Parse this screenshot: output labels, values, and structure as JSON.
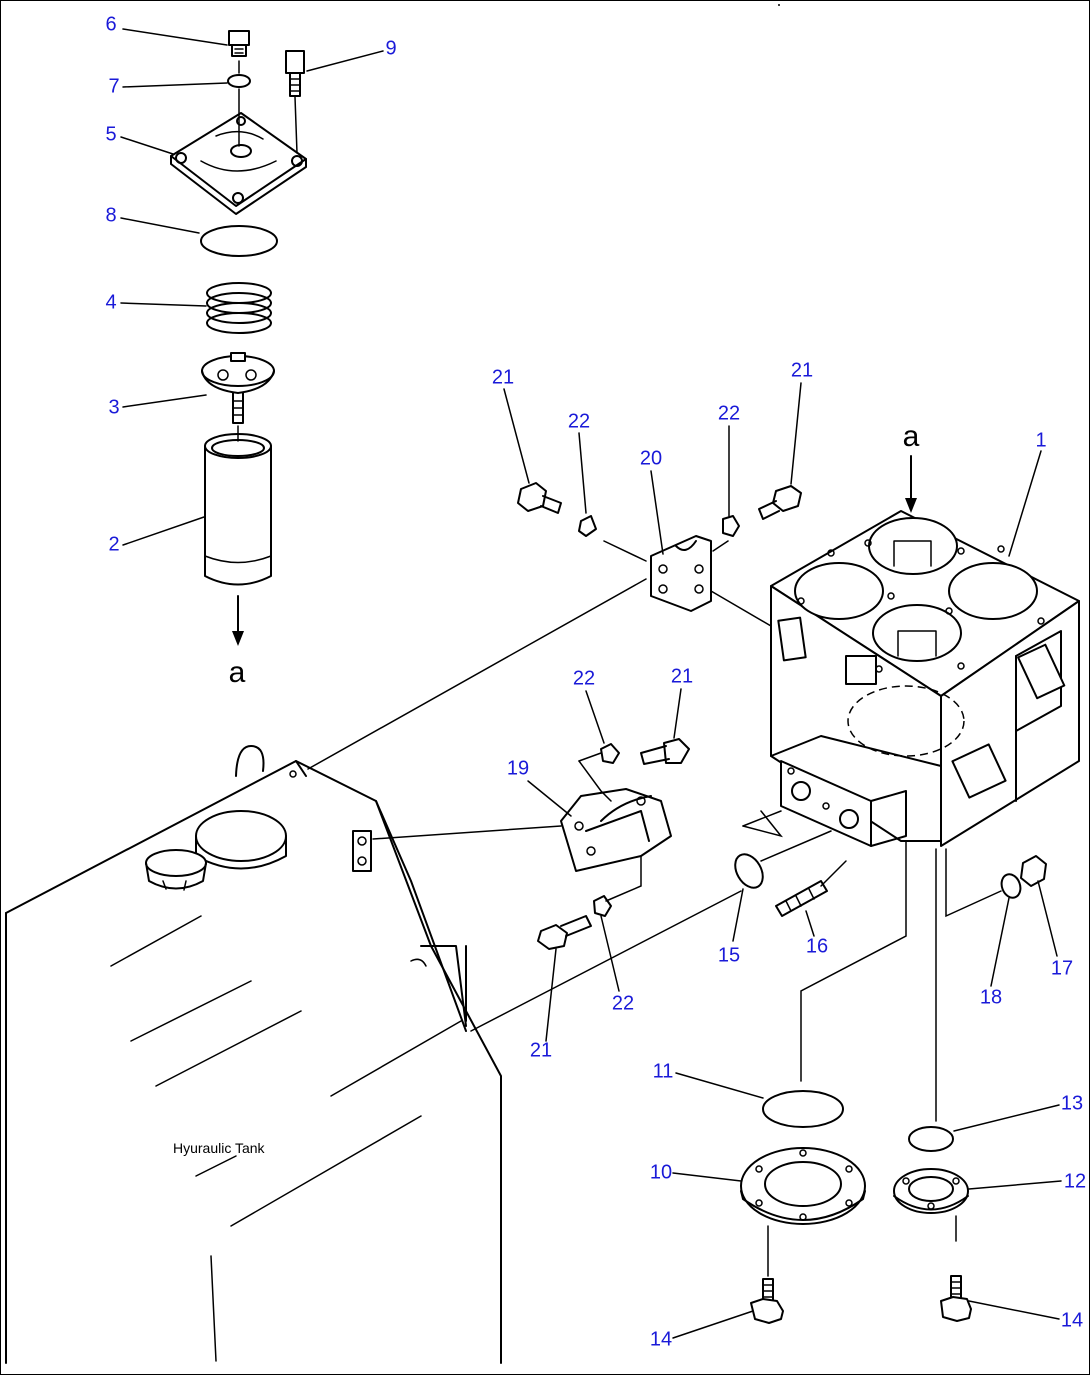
{
  "diagram": {
    "tank_label": "Hyuraulic Tank",
    "view_marker": "a",
    "callouts": {
      "p1": "1",
      "p2": "2",
      "p3": "3",
      "p4": "4",
      "p5": "5",
      "p6": "6",
      "p7": "7",
      "p8": "8",
      "p9": "9",
      "p10": "10",
      "p11": "11",
      "p12": "12",
      "p13": "13",
      "p14a": "14",
      "p14b": "14",
      "p15": "15",
      "p16": "16",
      "p17": "17",
      "p18": "18",
      "p19": "19",
      "p20": "20",
      "p21a": "21",
      "p21b": "21",
      "p21c": "21",
      "p21d": "21",
      "p22a": "22",
      "p22b": "22",
      "p22c": "22",
      "p22d": "22"
    },
    "colors": {
      "callout": "#1a1ad8",
      "line": "#000000",
      "background": "#ffffff"
    }
  }
}
